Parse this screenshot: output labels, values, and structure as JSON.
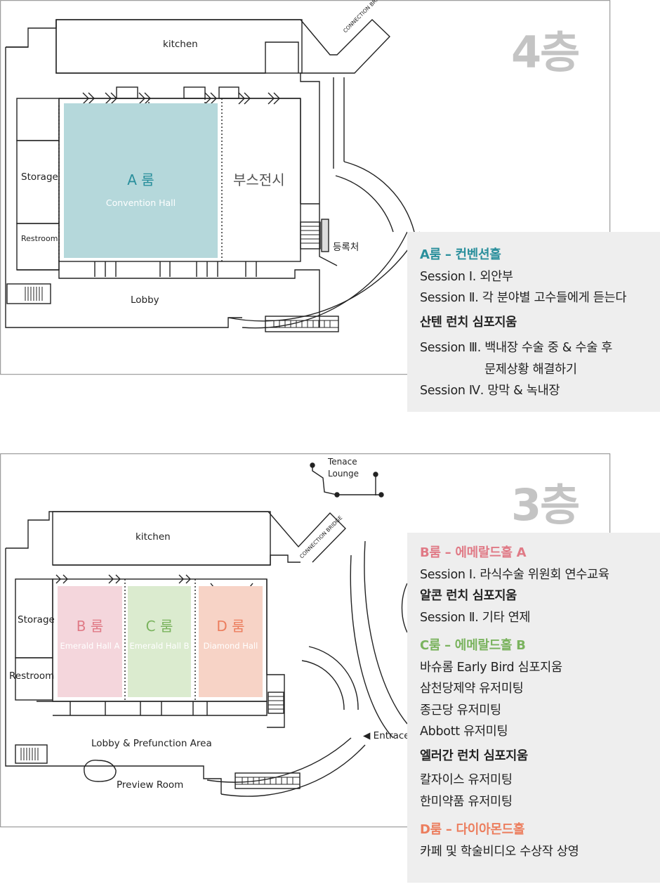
{
  "colors": {
    "room_a": "#b5d8db",
    "room_a_text": "#2a8f9c",
    "room_b": "#f4d6dc",
    "room_b_text": "#e07a86",
    "room_c": "#dbebcf",
    "room_c_text": "#7ab35e",
    "room_d": "#f7d3c6",
    "room_d_text": "#ec7e5e",
    "panel_bg": "#eeeeee",
    "floor_label": "#c4c4c4",
    "line": "#222222"
  },
  "floor4": {
    "label": "4층",
    "labels": {
      "kitchen": "kitchen",
      "connection_bridge": "CONNECTION BRIDGE",
      "storage": "Storage",
      "restroom": "Restroom",
      "lobby": "Lobby",
      "booth": "부스전시",
      "registration": "등록처"
    },
    "room_a": {
      "title": "A 룸",
      "subtitle": "Convention Hall"
    },
    "program": {
      "heading": "A룸 – 컨벤션홀",
      "items": [
        "Session Ⅰ. 외안부",
        "Session Ⅱ. 각 분야별 고수들에게 듣는다"
      ],
      "lunch": "산텐 런치 심포지움",
      "items2_line1": "Session Ⅲ. 백내장 수술 중 & 수술 후",
      "items2_line2": "문제상황 해결하기",
      "items2_line3": "Session Ⅳ. 망막 & 녹내장"
    }
  },
  "floor3": {
    "label": "3층",
    "labels": {
      "kitchen": "kitchen",
      "connection_bridge": "CONNECTION BRIDGE",
      "terrace_line1": "Tenace",
      "terrace_line2": "Lounge",
      "storage": "Storage",
      "restroom": "Restroom",
      "lobby": "Lobby & Prefunction Area",
      "preview": "Preview Room",
      "entrance": "◀ Entrace"
    },
    "rooms": {
      "b": {
        "title": "B 룸",
        "subtitle": "Emerald Hall A"
      },
      "c": {
        "title": "C 룸",
        "subtitle": "Emerald Hall B"
      },
      "d": {
        "title": "D 룸",
        "subtitle": "Diamond Hall"
      }
    },
    "program": {
      "b_heading": "B룸 – 에메랄드홀 A",
      "b_items": [
        "Session Ⅰ. 라식수술 위원회 연수교육"
      ],
      "b_lunch": "알콘 런치 심포지움",
      "b_items2": [
        "Session Ⅱ. 기타 연제"
      ],
      "c_heading": "C룸 – 에메랄드홀 B",
      "c_items": [
        "바슈롬 Early Bird 심포지움",
        "삼천당제약 유저미팅",
        "종근당 유저미팅",
        "Abbott 유저미팅"
      ],
      "c_lunch": "엘러간 런치 심포지움",
      "c_items2": [
        "칼자이스 유저미팅",
        "한미약품 유저미팅"
      ],
      "d_heading": "D룸 – 다이아몬드홀",
      "d_items": [
        "카페 및 학술비디오 수상작 상영"
      ]
    }
  }
}
